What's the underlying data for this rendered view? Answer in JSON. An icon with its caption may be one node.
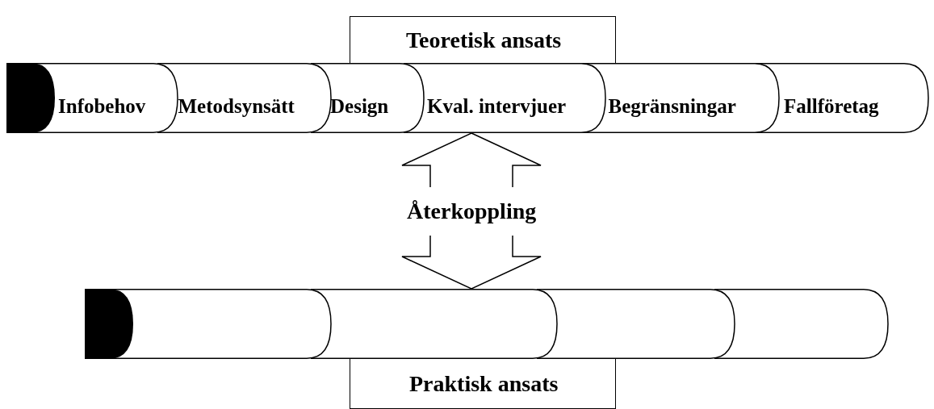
{
  "diagram": {
    "nodes": [
      {
        "text": [
          "Teoretisk ansats"
        ]
      },
      {
        "text": [
          "Infobehov"
        ]
      },
      {
        "text": [
          "Metodsynsätt"
        ]
      },
      {
        "text": [
          "Design"
        ]
      },
      {
        "text": [
          "Kval. intervjuer"
        ]
      },
      {
        "text": [
          "Begränsningar"
        ]
      },
      {
        "text": [
          "Fallföretag"
        ]
      },
      {
        "text": [],
        "shape": "cylinder"
      },
      {
        "text": [],
        "shape": "cylinder"
      },
      {
        "text": [],
        "shape": "cylinder"
      },
      {
        "text": [],
        "shape": "cylinder"
      },
      {
        "text": [
          "Praktisk ansats"
        ]
      }
    ],
    "edges": [
      {
        "from": 3,
        "to": 8,
        "arrow": "both",
        "label": "Återkoppling"
      }
    ]
  }
}
